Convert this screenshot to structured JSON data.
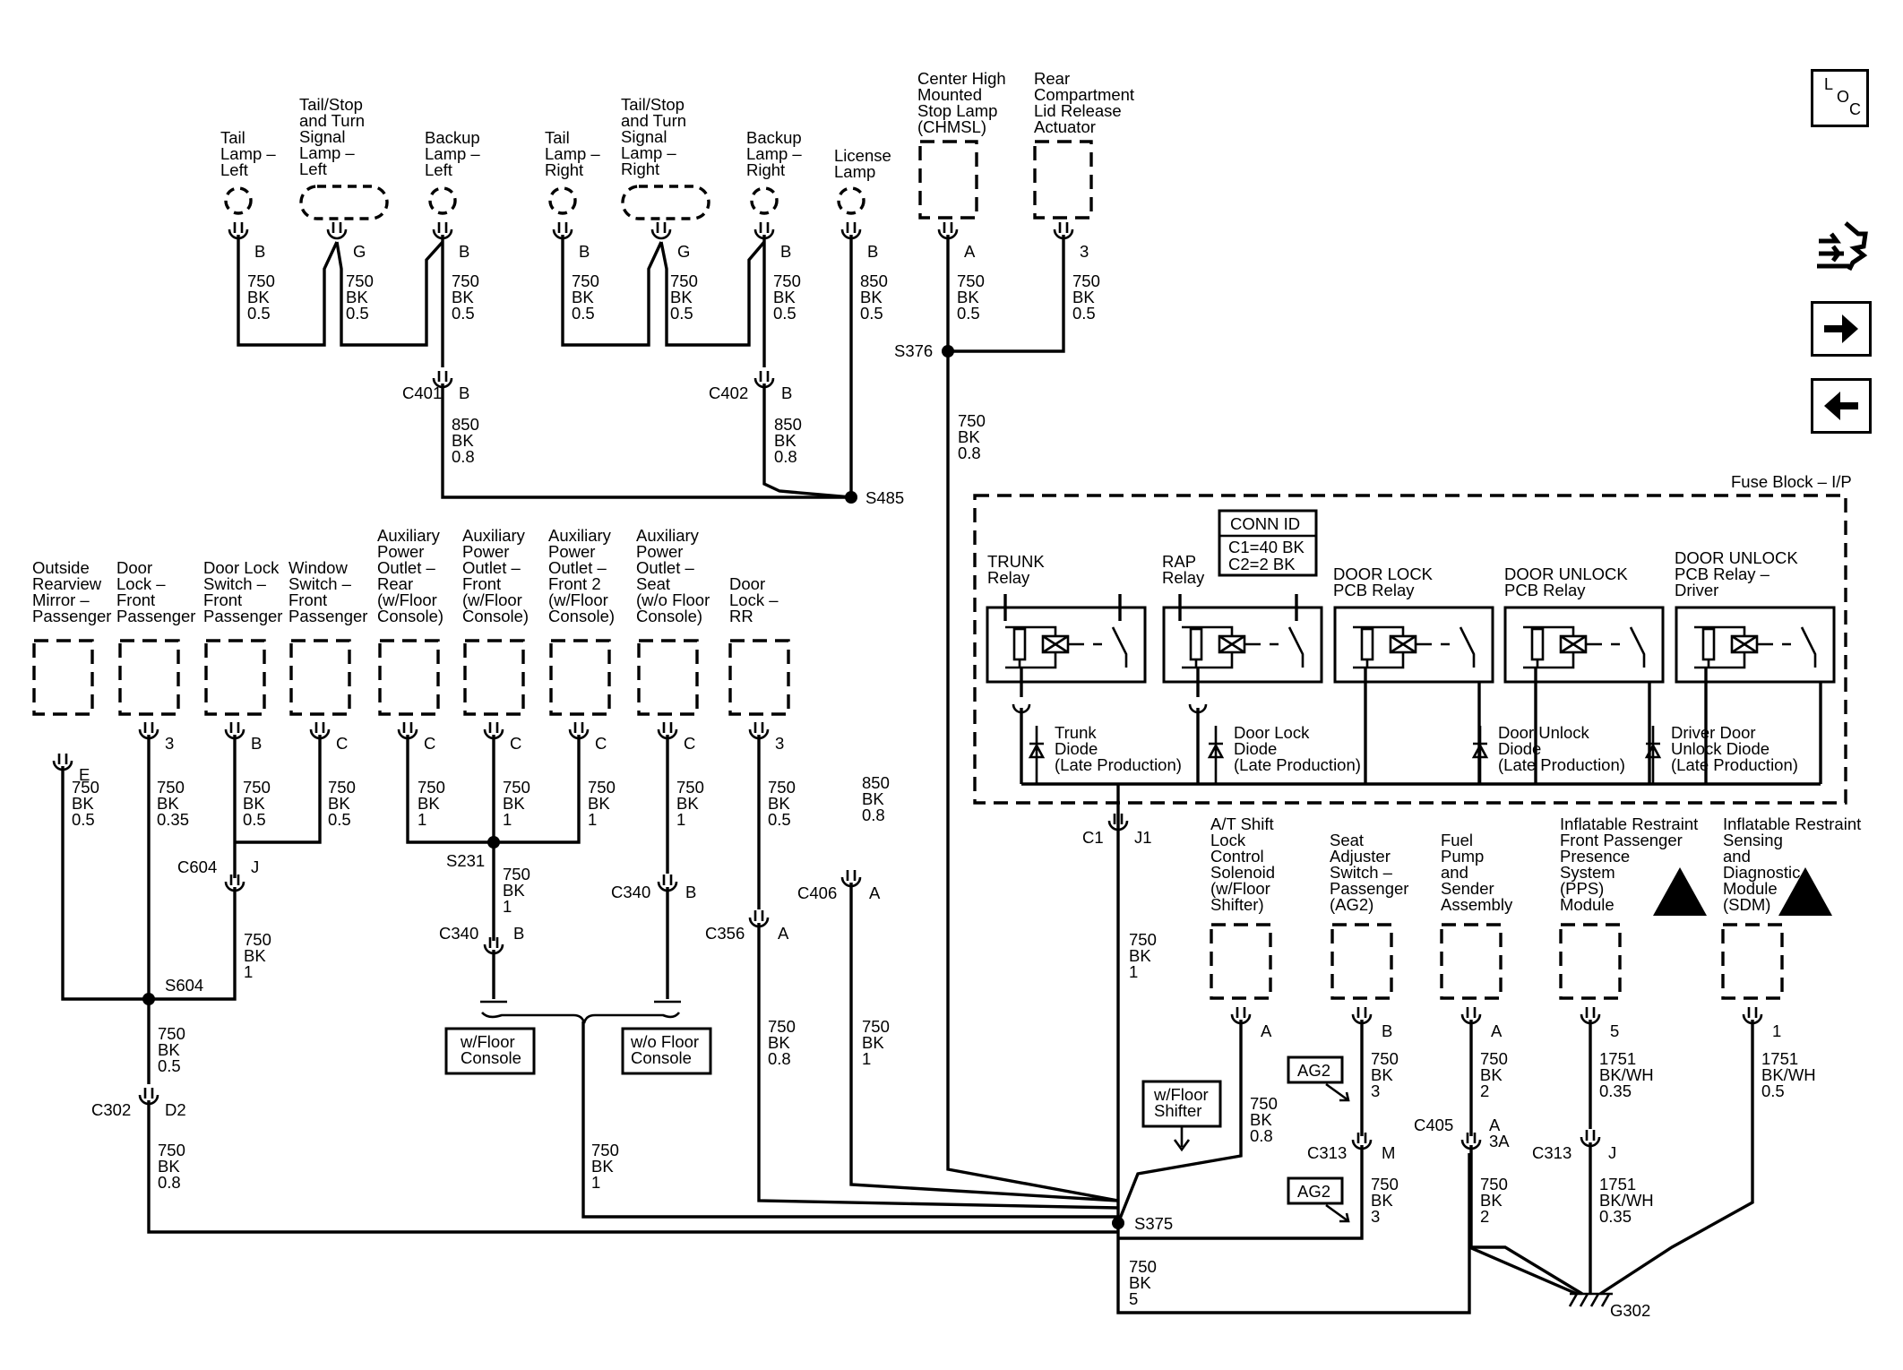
{
  "top_components": {
    "tail_left": [
      "Tail",
      "Lamp –",
      "Left"
    ],
    "tailstop_left": [
      "Tail/Stop",
      "and Turn",
      "Signal",
      "Lamp –",
      "Left"
    ],
    "backup_left": [
      "Backup",
      "Lamp –",
      "Left"
    ],
    "tail_right": [
      "Tail",
      "Lamp –",
      "Right"
    ],
    "tailstop_right": [
      "Tail/Stop",
      "and Turn",
      "Signal",
      "Lamp –",
      "Right"
    ],
    "backup_right": [
      "Backup",
      "Lamp –",
      "Right"
    ],
    "license": [
      "License",
      "Lamp"
    ],
    "chmsl": [
      "Center High",
      "Mounted",
      "Stop Lamp",
      "(CHMSL)"
    ],
    "rear_lid": [
      "Rear",
      "Compartment",
      "Lid Release",
      "Actuator"
    ]
  },
  "left_components": {
    "mirror": [
      "Outside",
      "Rearview",
      "Mirror –",
      "Passenger"
    ],
    "door_lock_fp": [
      "Door",
      "Lock –",
      "Front",
      "Passenger"
    ],
    "lock_switch_fp": [
      "Door Lock",
      "Switch –",
      "Front",
      "Passenger"
    ],
    "window_switch_fp": [
      "Window",
      "Switch –",
      "Front",
      "Passenger"
    ],
    "aux_rear": [
      "Auxiliary",
      "Power",
      "Outlet –",
      "Rear",
      "(w/Floor",
      "Console)"
    ],
    "aux_front": [
      "Auxiliary",
      "Power",
      "Outlet –",
      "Front",
      "(w/Floor",
      "Console)"
    ],
    "aux_front2": [
      "Auxiliary",
      "Power",
      "Outlet –",
      "Front 2",
      "(w/Floor",
      "Console)"
    ],
    "aux_seat": [
      "Auxiliary",
      "Power",
      "Outlet –",
      "Seat",
      "(w/o Floor",
      "Console)"
    ],
    "door_lock_rr": [
      "Door",
      "Lock –",
      "RR"
    ]
  },
  "right_components": {
    "at_shift": [
      "A/T Shift",
      "Lock",
      "Control",
      "Solenoid",
      "(w/Floor",
      "Shifter)"
    ],
    "seat_adj": [
      "Seat",
      "Adjuster",
      "Switch –",
      "Passenger",
      "(AG2)"
    ],
    "fuel_pump": [
      "Fuel",
      "Pump",
      "and",
      "Sender",
      "Assembly"
    ],
    "pps": [
      "Inflatable Restraint",
      "Front Passenger",
      "Presence",
      "System",
      "(PPS)",
      "Module"
    ],
    "sdm": [
      "Inflatable Restraint",
      "Sensing",
      "and",
      "Diagnostic",
      "Module",
      "(SDM)"
    ]
  },
  "fuse_block": {
    "title": "Fuse Block – I/P",
    "conn_id": [
      "CONN ID",
      "C1=40 BK",
      "C2=2 BK"
    ],
    "relays": {
      "trunk": [
        "TRUNK",
        "Relay"
      ],
      "rap": [
        "RAP",
        "Relay"
      ],
      "door_lock": [
        "DOOR LOCK",
        "PCB Relay"
      ],
      "door_unlock": [
        "DOOR UNLOCK",
        "PCB Relay"
      ],
      "door_unlock_driver": [
        "DOOR UNLOCK",
        "PCB Relay –",
        "Driver"
      ]
    },
    "diodes": {
      "trunk": [
        "Trunk",
        "Diode",
        "(Late Production)"
      ],
      "door_lock": [
        "Door Lock",
        "Diode",
        "(Late Production)"
      ],
      "door_unlock": [
        "Door Unlock",
        "Diode",
        "(Late Production)"
      ],
      "driver_door_unlock": [
        "Driver Door",
        "Unlock Diode",
        "(Late Production)"
      ]
    }
  },
  "pins": {
    "tl": "B",
    "tsl": "G",
    "bl": "B",
    "tr": "B",
    "tsr": "G",
    "br": "B",
    "lic": "B",
    "chmsl": "A",
    "lid": "3",
    "c401": "B",
    "c402": "B",
    "mirror": "E",
    "dlfp": "3",
    "lsfp": "B",
    "wsfp": "C",
    "auxr": "C",
    "auxf": "C",
    "auxf2": "C",
    "auxs": "C",
    "dlrr": "3",
    "c604": "J",
    "c340a": "B",
    "c340b": "B",
    "c356": "A",
    "c406": "A",
    "c302": "D2",
    "j1": "J1",
    "at": "A",
    "seat": "B",
    "fuel": "A",
    "pps": "5",
    "sdm": "1",
    "c313a": "M",
    "c405": "A",
    "c405b": "3A",
    "c313b": "J"
  },
  "connectors": {
    "c401": "C401",
    "c402": "C402",
    "c604": "C604",
    "c340a": "C340",
    "c340b": "C340",
    "c356": "C356",
    "c406": "C406",
    "c302": "C302",
    "c1": "C1",
    "c313a": "C313",
    "c405": "C405",
    "c313b": "C313"
  },
  "splices": {
    "s376": "S376",
    "s485": "S485",
    "s231": "S231",
    "s604": "S604",
    "s375": "S375"
  },
  "ground": "G302",
  "wires": {
    "tl": [
      "750",
      "BK",
      "0.5"
    ],
    "tsl": [
      "750",
      "BK",
      "0.5"
    ],
    "bl": [
      "750",
      "BK",
      "0.5"
    ],
    "tr": [
      "750",
      "BK",
      "0.5"
    ],
    "tsr": [
      "750",
      "BK",
      "0.5"
    ],
    "br": [
      "750",
      "BK",
      "0.5"
    ],
    "lic": [
      "850",
      "BK",
      "0.5"
    ],
    "chmsl": [
      "750",
      "BK",
      "0.5"
    ],
    "lid": [
      "750",
      "BK",
      "0.5"
    ],
    "c401": [
      "850",
      "BK",
      "0.8"
    ],
    "c402": [
      "850",
      "BK",
      "0.8"
    ],
    "s376": [
      "750",
      "BK",
      "0.8"
    ],
    "mirror": [
      "750",
      "BK",
      "0.5"
    ],
    "dlfp": [
      "750",
      "BK",
      "0.35"
    ],
    "lsfp": [
      "750",
      "BK",
      "0.5"
    ],
    "wsfp": [
      "750",
      "BK",
      "0.5"
    ],
    "auxr": [
      "750",
      "BK",
      "1"
    ],
    "auxf": [
      "750",
      "BK",
      "1"
    ],
    "auxf2": [
      "750",
      "BK",
      "1"
    ],
    "auxs": [
      "750",
      "BK",
      "1"
    ],
    "dlrr": [
      "750",
      "BK",
      "0.5"
    ],
    "c406": [
      "850",
      "BK",
      "0.8"
    ],
    "s231": [
      "750",
      "BK",
      "1"
    ],
    "c604": [
      "750",
      "BK",
      "1"
    ],
    "s604": [
      "750",
      "BK",
      "0.5"
    ],
    "c302": [
      "750",
      "BK",
      "0.8"
    ],
    "c356": [
      "750",
      "BK",
      "0.8"
    ],
    "c406b": [
      "750",
      "BK",
      "1"
    ],
    "merge": [
      "750",
      "BK",
      "1"
    ],
    "j1": [
      "750",
      "BK",
      "1"
    ],
    "at": [
      "750",
      "BK",
      "0.8"
    ],
    "seat": [
      "750",
      "BK",
      "3"
    ],
    "seat2": [
      "750",
      "BK",
      "3"
    ],
    "fuel": [
      "750",
      "BK",
      "2"
    ],
    "fuel2": [
      "750",
      "BK",
      "2"
    ],
    "pps": [
      "1751",
      "BK/WH",
      "0.35"
    ],
    "pps2": [
      "1751",
      "BK/WH",
      "0.35"
    ],
    "sdm": [
      "1751",
      "BK/WH",
      "0.5"
    ],
    "s375": [
      "750",
      "BK",
      "5"
    ]
  },
  "options": {
    "w_floor_console": [
      "w/Floor",
      "Console"
    ],
    "wo_floor_console": [
      "w/o Floor",
      "Console"
    ],
    "w_floor_shifter": [
      "w/Floor",
      "Shifter"
    ],
    "ag2": "AG2"
  },
  "nav": {
    "loc_letters": [
      "L",
      "O",
      "C"
    ],
    "schematic_icon": "schematic-nav-icon",
    "next_icon": "arrow-right-icon",
    "prev_icon": "arrow-left-icon"
  }
}
